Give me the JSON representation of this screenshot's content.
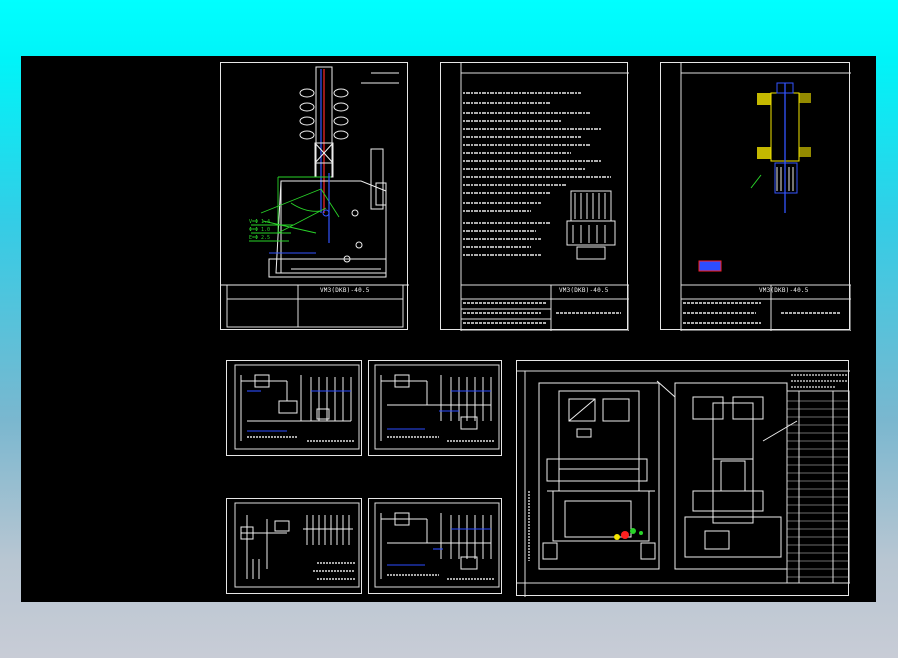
{
  "colors": {
    "background_top": "#00ffff",
    "background_bottom": "#c8ccd6",
    "canvas": "#000000",
    "linework": "#e6e6e6",
    "blue": "#2d4dff",
    "green": "#29d429",
    "yellow": "#f5e600",
    "red": "#ff2020"
  },
  "drawings": {
    "sheet1": {
      "title": "VM3(DKB)-40.5"
    },
    "sheet2": {
      "title": "VM3(DKB)-40.5"
    },
    "sheet3": {
      "title": "VM3(DKB)-40.5"
    }
  }
}
